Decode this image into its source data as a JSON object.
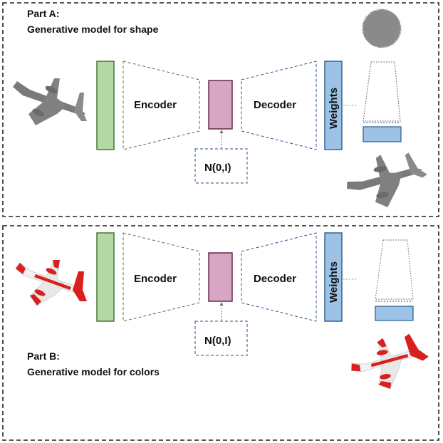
{
  "part_a": {
    "title": "Part A:",
    "subtitle": "Generative model for shape",
    "encoder_label": "Encoder",
    "decoder_label": "Decoder",
    "weights_label": "Weights",
    "noise_label": "N(0,I)"
  },
  "part_b": {
    "title": "Part B:",
    "subtitle": "Generative model for colors",
    "encoder_label": "Encoder",
    "decoder_label": "Decoder",
    "weights_label": "Weights",
    "noise_label": "N(0,I)"
  },
  "colors": {
    "input_block": "#b5d9a4",
    "input_block_border": "#3f6b2f",
    "latent_block": "#d6a6c4",
    "latent_block_border": "#5a1e3e",
    "weights_block": "#9cc3e6",
    "weights_block_border": "#2b5a8a",
    "encoder_dash": "#4a7a3a",
    "decoder_dash": "#2a4f8a",
    "shape_airplane": "#777777",
    "color_airplane_red": "#d9201e"
  }
}
